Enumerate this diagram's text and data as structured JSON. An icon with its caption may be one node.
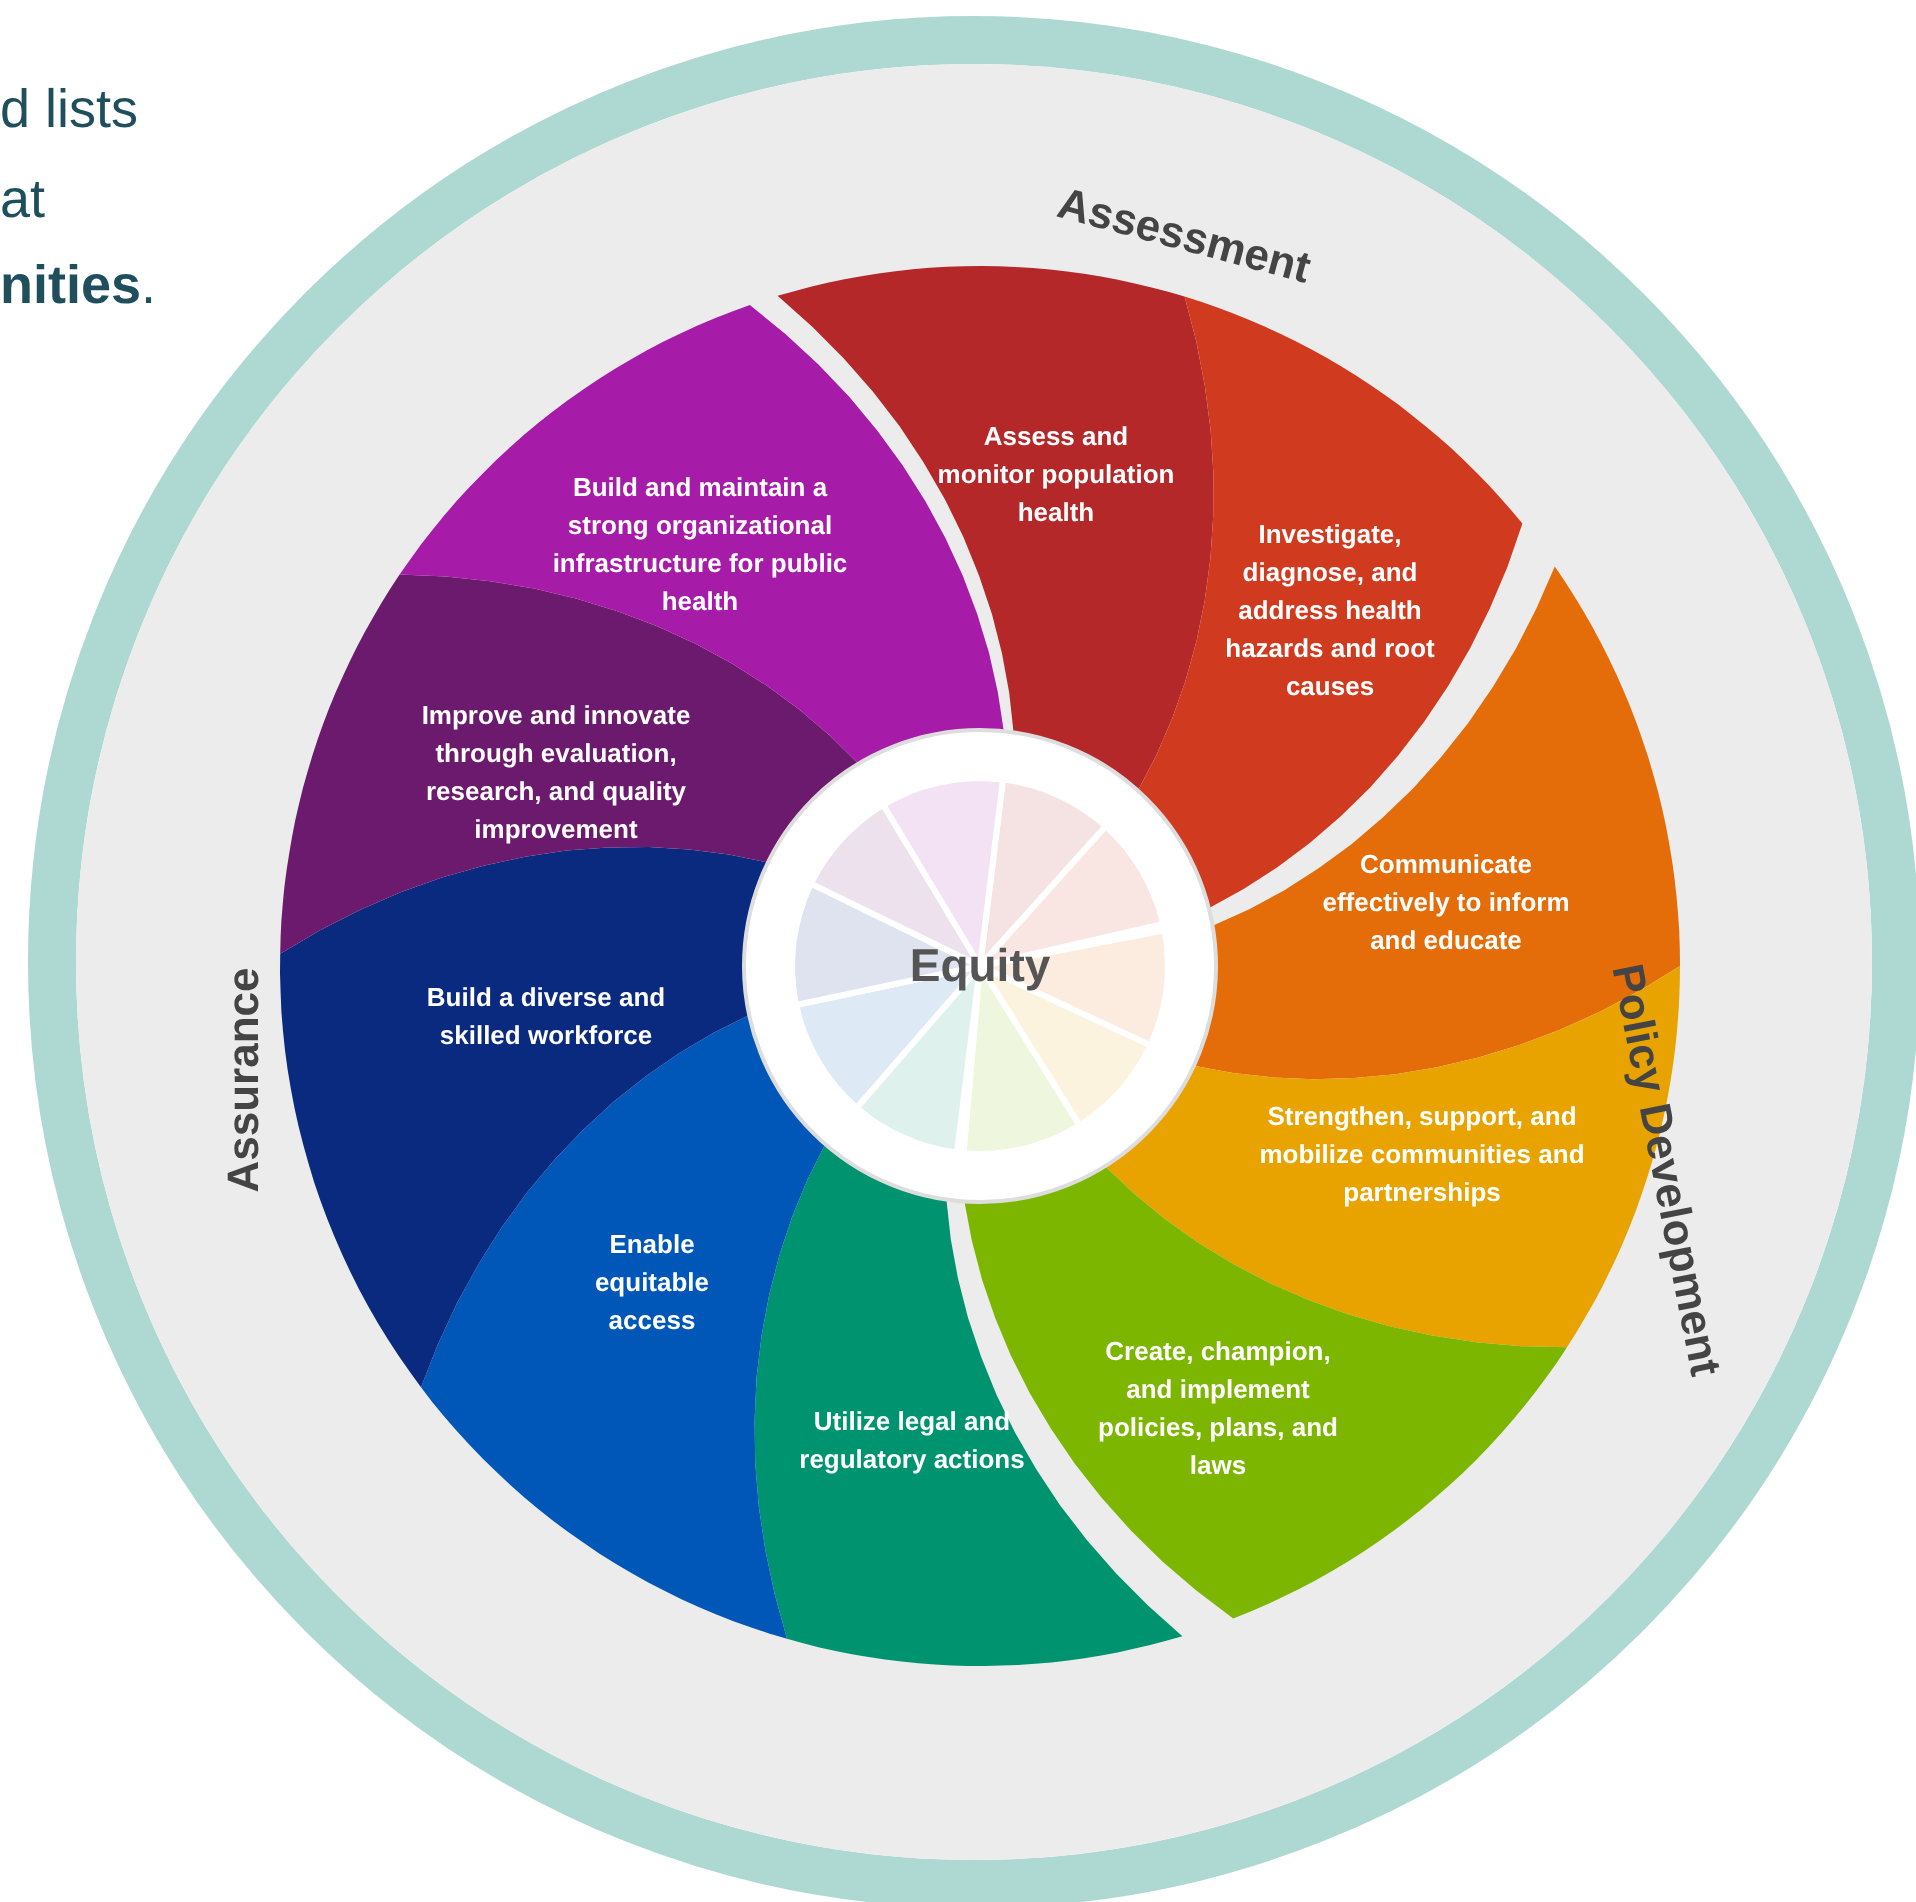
{
  "diagram": {
    "nodes": [
      {
        "text": [
          "Assess and monitor population health"
        ]
      },
      {
        "text": [
          "Investigate, diagnose, and address health hazards and root causes"
        ]
      },
      {
        "text": [
          "Communicate effectively to inform and educate"
        ]
      },
      {
        "text": [
          "Strengthen, support, and mobilize communities and partnerships"
        ]
      },
      {
        "text": [
          "Create, champion, and implement policies, plans, and laws"
        ]
      },
      {
        "text": [
          "Utilize legal and regulatory actions"
        ]
      },
      {
        "text": [
          "Enable equitable access"
        ]
      },
      {
        "text": [
          "Build a diverse and skilled workforce"
        ]
      },
      {
        "text": [
          "Improve and innovate through evaluation, research, and quality improvement"
        ]
      },
      {
        "text": [
          "Build and maintain a strong organizational infrastructure for public health"
        ]
      },
      {
        "text": [
          "Equity"
        ]
      }
    ],
    "labels": [
      "d lists",
      "at",
      "**nities**.",
      "Assessment",
      "Assurance",
      "Policy Development"
    ]
  }
}
